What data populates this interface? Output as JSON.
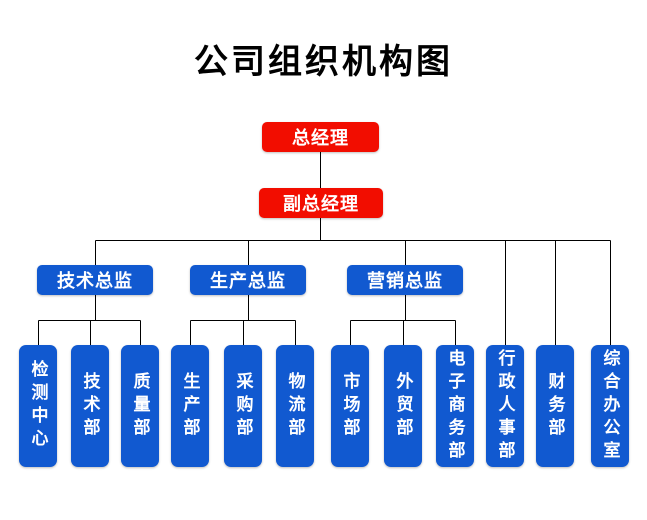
{
  "title": "公司组织机构图",
  "colors": {
    "node-red": "#f20d00",
    "node-blue": "#1159d0",
    "line": "#000000"
  },
  "org": {
    "general_manager": "总经理",
    "deputy_general_manager": "副总经理",
    "branches": [
      {
        "director": "技术总监",
        "departments": [
          "检测中心",
          "技术部",
          "质量部"
        ]
      },
      {
        "director": "生产总监",
        "departments": [
          "生产部",
          "采购部",
          "物流部"
        ]
      },
      {
        "director": "营销总监",
        "departments": [
          "市场部",
          "外贸部",
          "电子商务部"
        ]
      }
    ],
    "staff_departments": [
      "行政人事部",
      "财务部",
      "综合办公室"
    ]
  }
}
